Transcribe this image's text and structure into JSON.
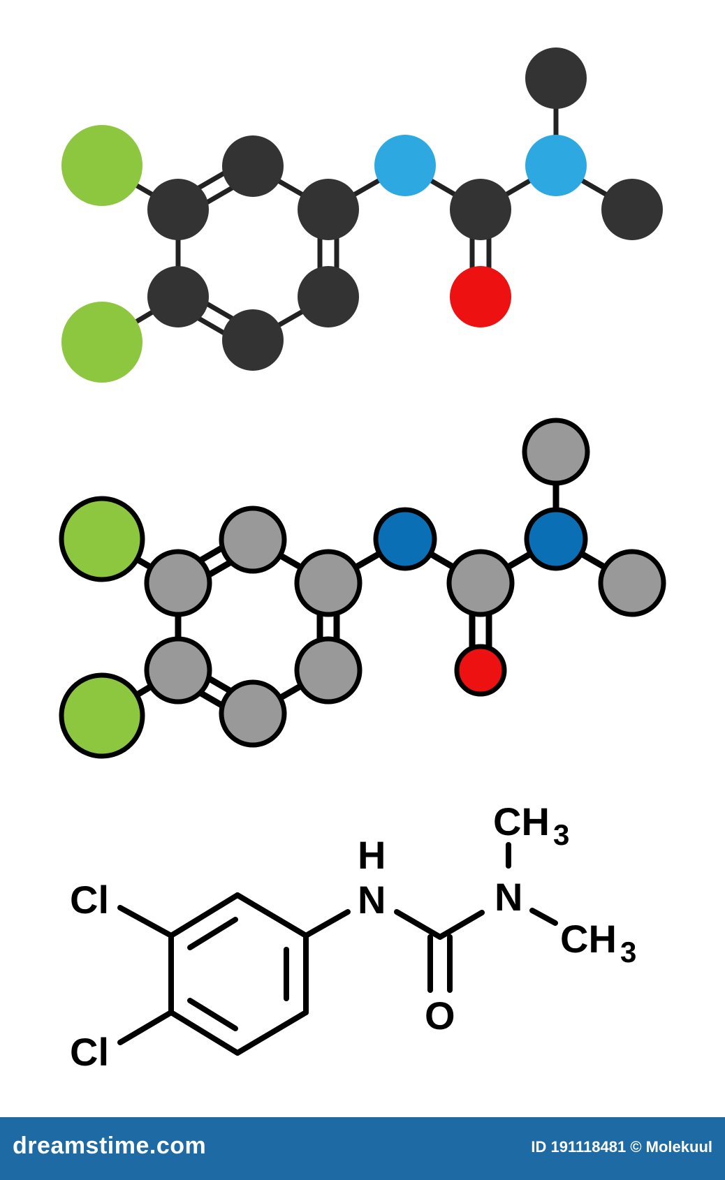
{
  "molecule": {
    "atoms": [
      {
        "id": "cl1",
        "element": "Cl"
      },
      {
        "id": "c1",
        "element": "C"
      },
      {
        "id": "c2",
        "element": "C"
      },
      {
        "id": "c3",
        "element": "C"
      },
      {
        "id": "c4",
        "element": "C"
      },
      {
        "id": "c5",
        "element": "C"
      },
      {
        "id": "c6",
        "element": "C"
      },
      {
        "id": "cl2",
        "element": "Cl"
      },
      {
        "id": "n1",
        "element": "N"
      },
      {
        "id": "c7",
        "element": "C"
      },
      {
        "id": "o1",
        "element": "O"
      },
      {
        "id": "n2",
        "element": "N"
      },
      {
        "id": "me1",
        "element": "C"
      },
      {
        "id": "me2",
        "element": "C"
      }
    ],
    "bonds": [
      {
        "a": "cl1",
        "b": "c1",
        "order": 1
      },
      {
        "a": "c1",
        "b": "c2",
        "order": 2
      },
      {
        "a": "c2",
        "b": "c3",
        "order": 1
      },
      {
        "a": "c3",
        "b": "c4",
        "order": 2
      },
      {
        "a": "c4",
        "b": "c5",
        "order": 1
      },
      {
        "a": "c5",
        "b": "c6",
        "order": 2
      },
      {
        "a": "c6",
        "b": "c1",
        "order": 1
      },
      {
        "a": "c6",
        "b": "cl2",
        "order": 1
      },
      {
        "a": "c3",
        "b": "n1",
        "order": 1
      },
      {
        "a": "n1",
        "b": "c7",
        "order": 1
      },
      {
        "a": "c7",
        "b": "o1",
        "order": 2
      },
      {
        "a": "c7",
        "b": "n2",
        "order": 1
      },
      {
        "a": "n2",
        "b": "me1",
        "order": 1
      },
      {
        "a": "n2",
        "b": "me2",
        "order": 1
      }
    ]
  },
  "colors": {
    "carbon_spacefill": "#333333",
    "nitrogen_spacefill": "#2ea8e0",
    "carbon_ballstick": "#999999",
    "nitrogen_ballstick": "#0a6fb5",
    "chlorine": "#8dc63f",
    "oxygen": "#ee1111",
    "footer_bg": "#1d6aa5"
  },
  "skeletal_labels": {
    "cl_top": "Cl",
    "cl_bottom": "Cl",
    "nh_h": "H",
    "nh_n": "N",
    "n_dimethyl": "N",
    "ch3_top": "CH",
    "ch3_right": "CH",
    "subscript": "3",
    "oxygen": "O"
  },
  "footer": {
    "brand": "dreamstime.com",
    "image_id": "ID 191118481 © Molekuul"
  }
}
